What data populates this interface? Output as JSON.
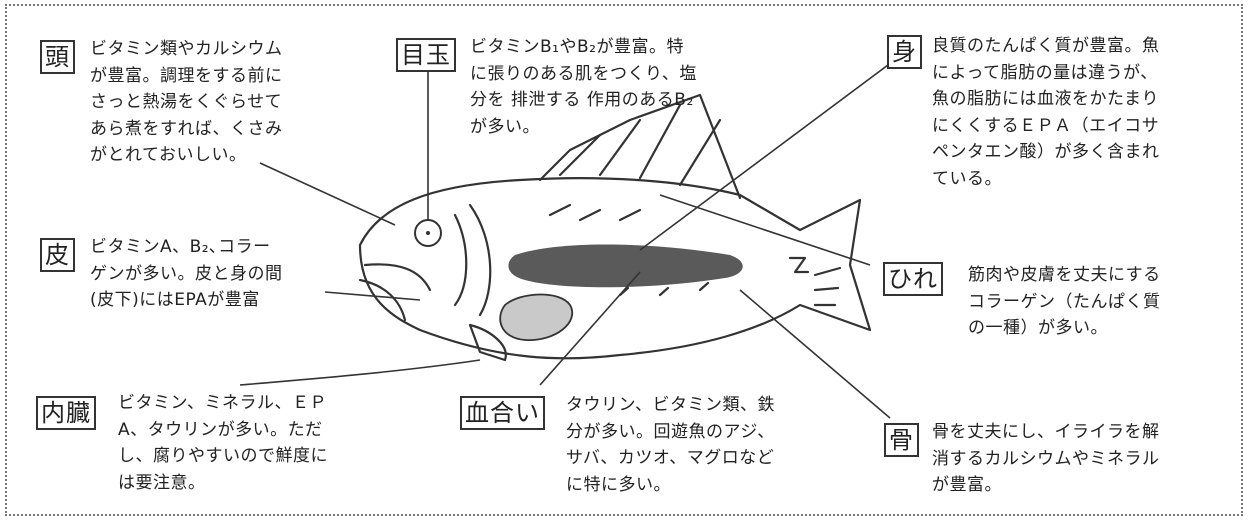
{
  "parts": {
    "head": {
      "label": "頭",
      "text": "ビタミン類やカルシウム\nが豊富。調理をする前に\nさっと熱湯をくぐらせて\nあら煮をすれば、くさみ\nがとれておいしい。"
    },
    "eye": {
      "label": "目玉",
      "text": "ビタミンB₁やB₂が豊富。特\nに張りのある肌をつくり、塩\n分を 排泄する 作用のあるB₂\nが多い。"
    },
    "flesh": {
      "label": "身",
      "text": "良質のたんぱく質が豊富。魚\nによって脂肪の量は違うが、\n魚の脂肪には血液をかたまり\nにくくするＥＰＡ（エイコサ\nペンタエン酸）が多く含まれ\nている。"
    },
    "skin": {
      "label": "皮",
      "text": "ビタミンA、B₂､コラー\nゲンが多い。皮と身の間\n(皮下)にはEPAが豊富"
    },
    "fin": {
      "label": "ひれ",
      "text": "筋肉や皮膚を丈夫にする\nコラーゲン（たんぱく質\nの一種）が多い。"
    },
    "organs": {
      "label": "内臓",
      "text": "ビタミン、ミネラル、ＥＰ\nA、タウリンが多い。ただ\nし、腐りやすいので鮮度に\nは要注意。"
    },
    "blood": {
      "label": "血合い",
      "text": "タウリン、ビタミン類、鉄\n分が多い。回遊魚のアジ、\nサバ、カツオ、マグロなど\nに特に多い。"
    },
    "bone": {
      "label": "骨",
      "text": "骨を丈夫にし、イライラを解\n消するカルシウムやミネラル\nが豊富。"
    }
  },
  "colors": {
    "stroke": "#333333",
    "blood_band": "#5a5a5a",
    "organ_fill": "#c9c9c9",
    "frame": "#777777"
  }
}
